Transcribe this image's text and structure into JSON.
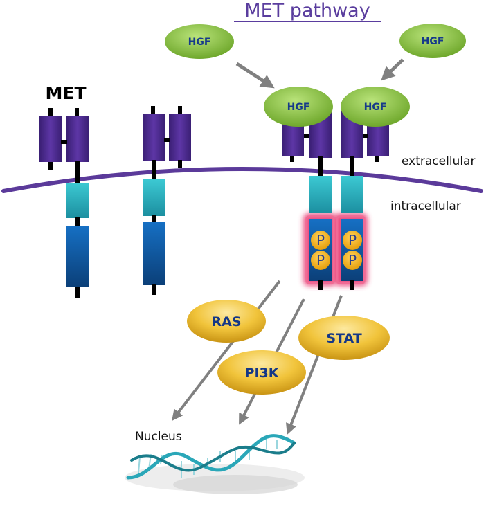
{
  "title": "MET pathway",
  "receptor_label": "MET",
  "extracellular_label": "extracellular",
  "intracellular_label": "intracellular",
  "ligand_label": "HGF",
  "phospho_label": "P",
  "signals": [
    "RAS",
    "PI3K",
    "STAT"
  ],
  "nucleus_label": "Nucleus",
  "colors": {
    "title": "#5a3d9e",
    "receptor_extracellular": "#4b2a8c",
    "juxtamembrane": "#2fb8c4",
    "kinase_domain": "#1560ae",
    "membrane": "#5b3a9a",
    "hgf": "#8cc63f",
    "signal": "#e6b422",
    "phospho": "#f2b51e",
    "activation_glow": "#e8336d",
    "arrow": "#808080",
    "dna": "#2aa7b8"
  }
}
